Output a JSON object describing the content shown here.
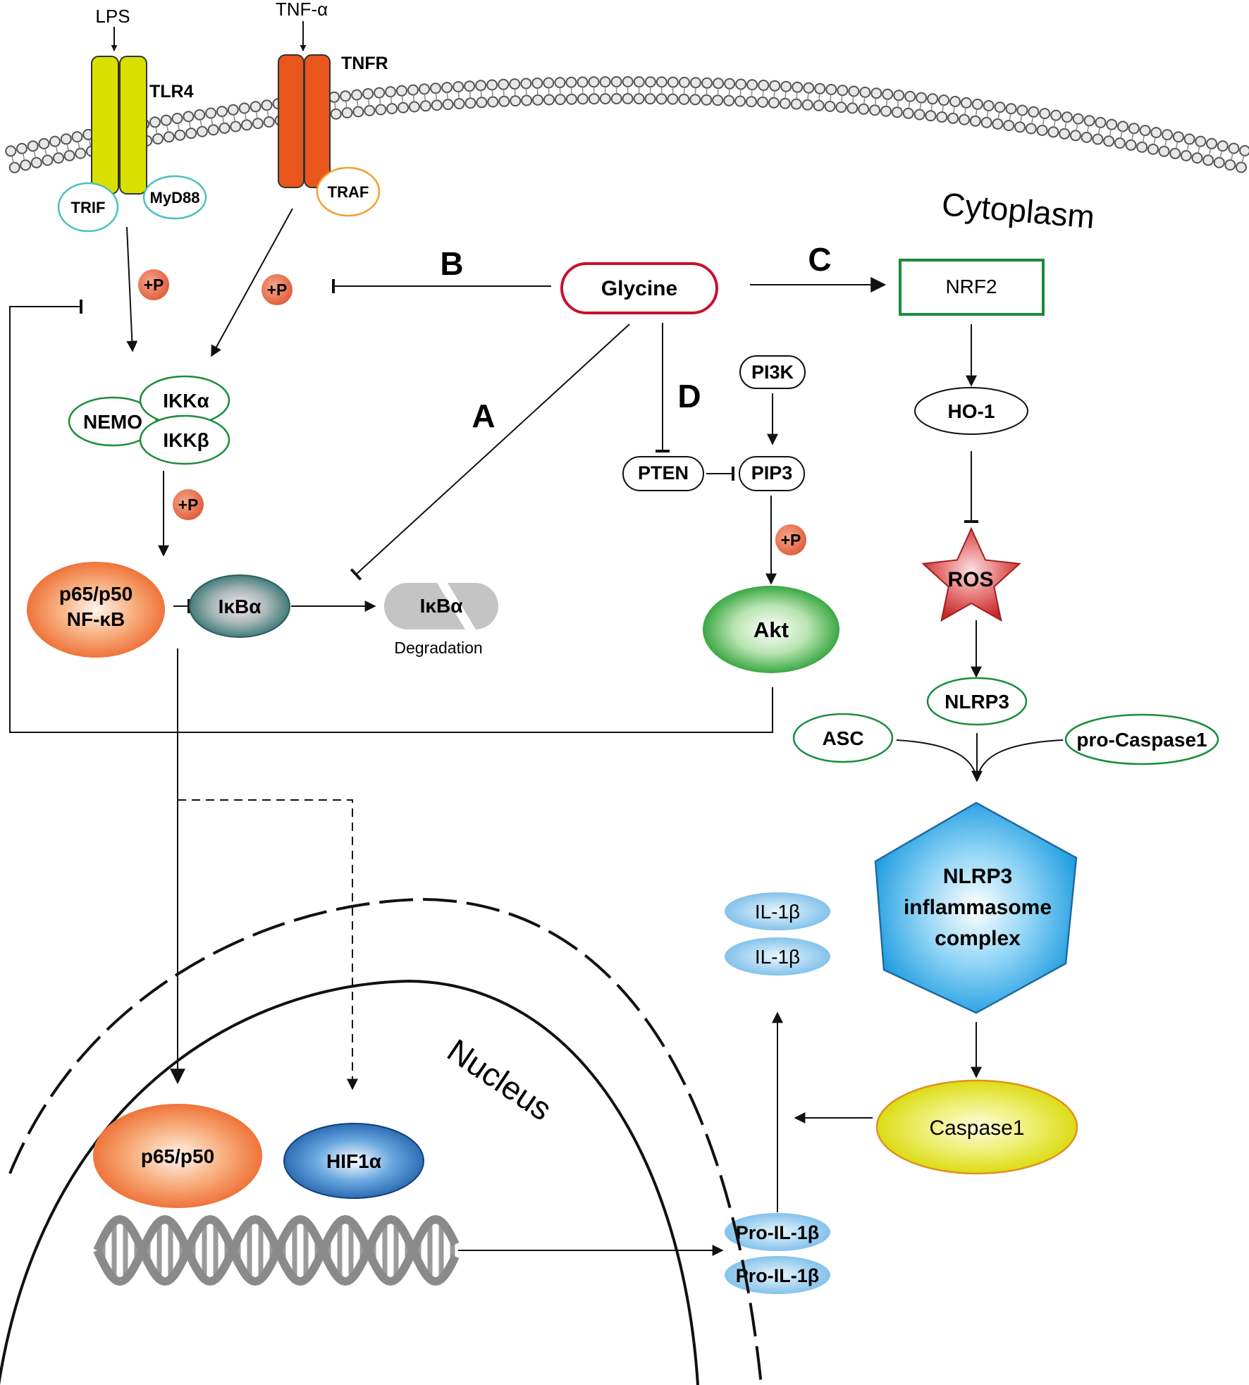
{
  "labels": {
    "lps": "LPS",
    "tnf": "TNF-α",
    "tlr4": "TLR4",
    "tnfr": "TNFR",
    "trif": "TRIF",
    "myd88": "MyD88",
    "traf": "TRAF",
    "cytoplasm": "Cytoplasm",
    "phos": "+P",
    "path_a": "A",
    "path_b": "B",
    "path_c": "C",
    "path_d": "D",
    "glycine": "Glycine",
    "nrf2": "NRF2",
    "ho1": "HO-1",
    "ros": "ROS",
    "nlrp3": "NLRP3",
    "asc": "ASC",
    "pro_caspase1": "pro-Caspase1",
    "inflammasome_1": "NLRP3",
    "inflammasome_2": "inflammasome",
    "inflammasome_3": "complex",
    "caspase1": "Caspase1",
    "il1b": "IL-1β",
    "pro_il1b": "Pro-IL-1β",
    "pi3k": "PI3K",
    "pten": "PTEN",
    "pip3": "PIP3",
    "akt": "Akt",
    "nemo": "NEMO",
    "ikka": "IKKα",
    "ikkb": "IKKβ",
    "nfkb_1": "p65/p50",
    "nfkb_2": "NF-κB",
    "ikba": "IκBα",
    "degradation": "Degradation",
    "nucleus": "Nucleus",
    "p65p50": "p65/p50",
    "hif1a": "HIF1α"
  },
  "colors": {
    "tlr4": "#d9e000",
    "tnfr": "#e8561b",
    "trif_outline": "#4dbfbf",
    "traf_outline": "#f0a030",
    "glycine_outline": "#c8102e",
    "green_outline": "#1a8c3a",
    "phos": "#e8735a",
    "ros": "#d93b3b",
    "inflammasome": "#2aa3e0",
    "caspase1": "#e6e020",
    "il1b": "#8cc8ee",
    "nfkb": "#f07030",
    "ikba": "#3a7a7a",
    "hif1a": "#1f5faa"
  },
  "icons": {
    "membrane": "lipid-bilayer-icon",
    "dna": "dna-helix-icon"
  }
}
